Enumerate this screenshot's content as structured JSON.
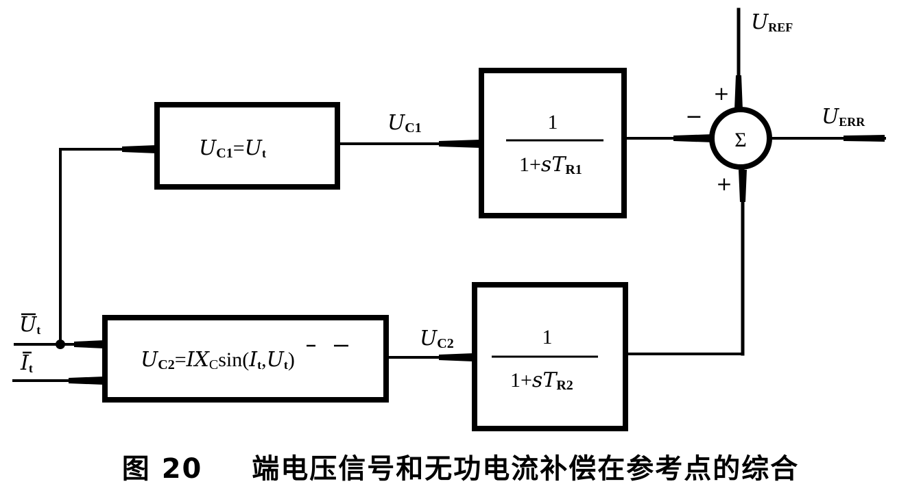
{
  "caption": {
    "figure_label": "图 20",
    "title": "端电压信号和无功电流补偿在参考点的综合"
  },
  "inputs": {
    "voltage": {
      "symbol": "U",
      "sub": "t",
      "overbar": true
    },
    "current": {
      "symbol": "I",
      "sub": "t",
      "overbar": true
    }
  },
  "blocks": {
    "compensator1": {
      "lhs": "U",
      "lhs_sub": "C1",
      "eq": "=",
      "rhs": "U",
      "rhs_sub": "t"
    },
    "compensator2": {
      "lhs": "U",
      "lhs_sub": "C2",
      "eq": "=",
      "rhs": "IX",
      "rhs_sub": "C",
      "fn": "sin(",
      "arg1": "I",
      "arg1_sub": "t",
      "comma": ",",
      "arg2": "U",
      "arg2_sub": "t",
      "close": ")"
    },
    "filter1": {
      "numerator": "1",
      "den_prefix": "1+",
      "den_s": "sT",
      "den_sub": "R1"
    },
    "filter2": {
      "numerator": "1",
      "den_prefix": "1+",
      "den_s": "sT",
      "den_sub": "R2"
    }
  },
  "signals": {
    "uc1": {
      "symbol": "U",
      "sub": "C1"
    },
    "uc2": {
      "symbol": "U",
      "sub": "C2"
    },
    "uref": {
      "symbol": "U",
      "sub": "REF"
    },
    "uerr": {
      "symbol": "U",
      "sub": "ERR"
    }
  },
  "summer": {
    "symbol": "Σ",
    "sign_top": "+",
    "sign_left": "−",
    "sign_bottom": "+"
  }
}
